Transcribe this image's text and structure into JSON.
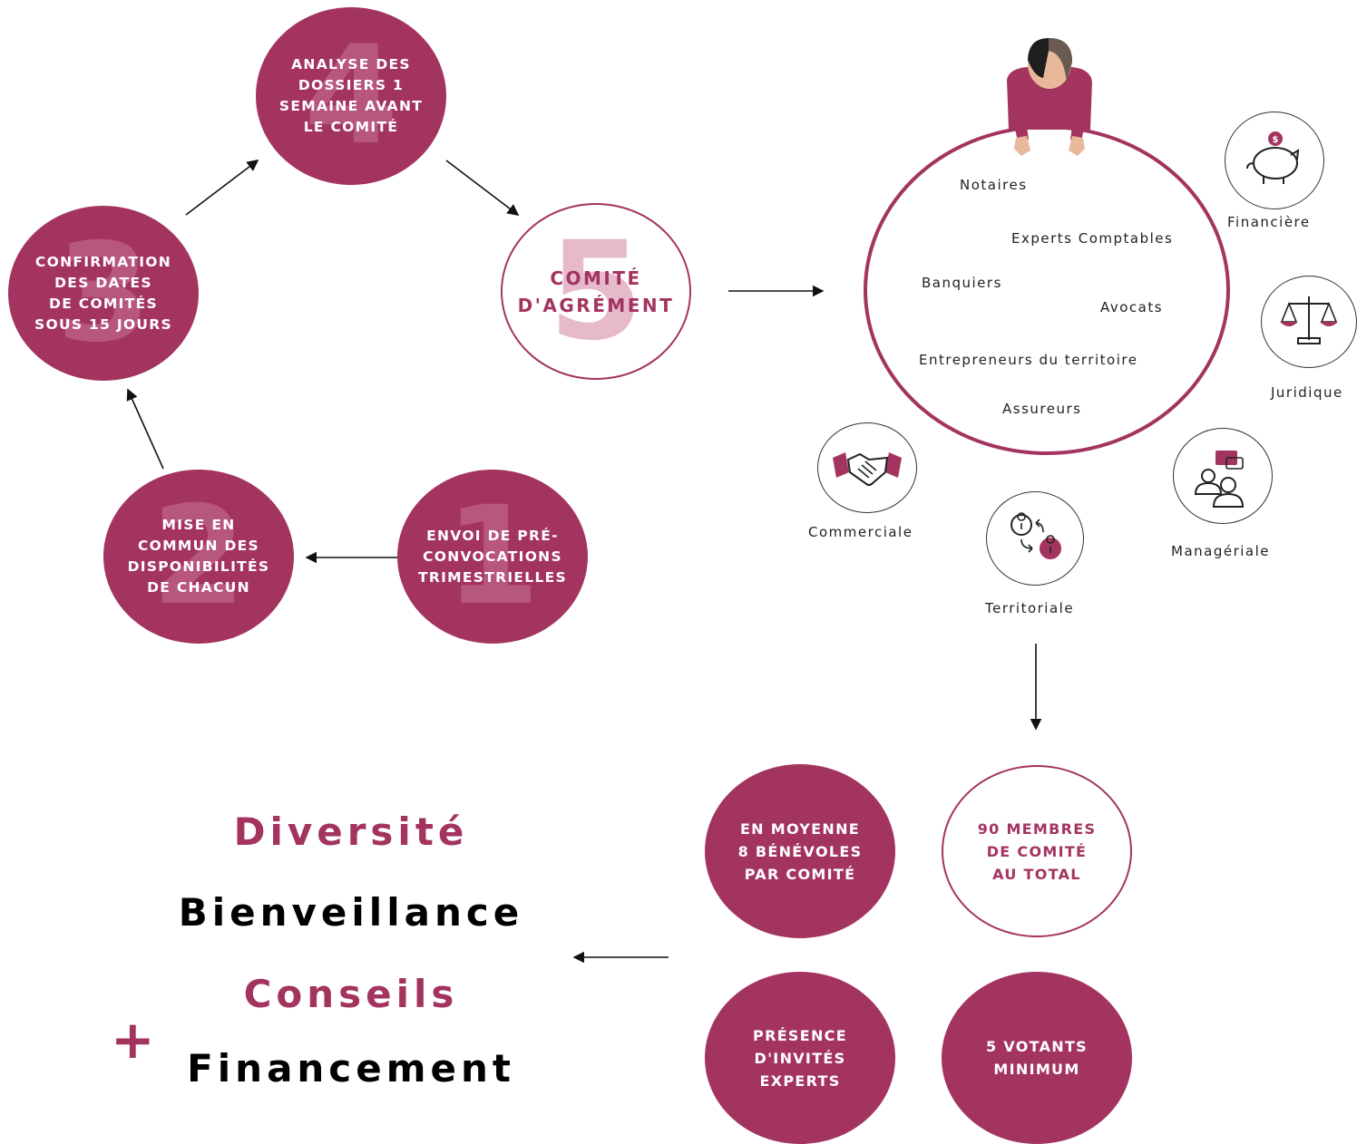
{
  "process": {
    "step1": {
      "num": "1",
      "text": "ENVOI DE PRÉ-\nCONVOCATIONS\nTRIMESTRIELLES"
    },
    "step2": {
      "num": "2",
      "text": "MISE EN\nCOMMUN DES\nDISPONIBILITÉS\nDE CHACUN"
    },
    "step3": {
      "num": "3",
      "text": "CONFIRMATION\nDES DATES\nDE COMITÉS\nSOUS 15 JOURS"
    },
    "step4": {
      "num": "4",
      "text": "ANALYSE DES\nDOSSIERS 1\nSEMAINE AVANT\nLE COMITÉ"
    },
    "step5": {
      "num": "5",
      "text": "COMITÉ\nD'AGRÉMENT"
    }
  },
  "members": [
    "Notaires",
    "Experts Comptables",
    "Banquiers",
    "Avocats",
    "Entrepreneurs du territoire",
    "Assureurs"
  ],
  "skills": {
    "financiere": {
      "label": "Financière",
      "icon": "piggy-bank-icon"
    },
    "juridique": {
      "label": "Juridique",
      "icon": "scales-icon"
    },
    "manageriale": {
      "label": "Managériale",
      "icon": "people-chat-icon"
    },
    "territoriale": {
      "label": "Territoriale",
      "icon": "location-exchange-icon"
    },
    "commerciale": {
      "label": "Commerciale",
      "icon": "handshake-icon"
    }
  },
  "stats": {
    "benevoles": "EN MOYENNE\n8 BÉNÉVOLES\nPAR COMITÉ",
    "membres": "90 MEMBRES\nDE COMITÉ\nAU TOTAL",
    "experts": "PRÉSENCE\nD'INVITÉS\nEXPERTS",
    "votants": "5 VOTANTS\nMINIMUM"
  },
  "values": {
    "diversite": "Diversité",
    "bienveillance": "Bienveillance",
    "conseils": "Conseils",
    "plus": "+",
    "financement": "Financement"
  },
  "colors": {
    "accent": "#a3345f",
    "text": "#222222",
    "black": "#000000"
  }
}
